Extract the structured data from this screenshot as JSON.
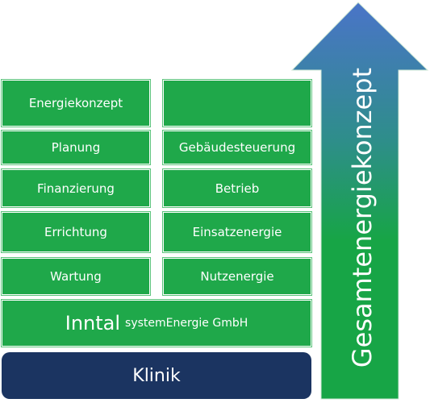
{
  "colors": {
    "box_green": "#1fa84a",
    "navy": "#1b3461",
    "arrow_top": "#3d78c4",
    "arrow_bottom": "#17a546"
  },
  "left_column": [
    "Energiekonzept",
    "Planung",
    "Finanzierung",
    "Errichtung",
    "Wartung"
  ],
  "right_column": [
    "",
    "Gebäudesteuerung",
    "Betrieb",
    "Einsatzenergie",
    "Nutzenergie"
  ],
  "company": {
    "name_large": "Inntal",
    "name_small": "systemEnergie GmbH"
  },
  "base": {
    "label": "Klinik"
  },
  "arrow": {
    "label": "Gesamtenergiekonzept"
  }
}
